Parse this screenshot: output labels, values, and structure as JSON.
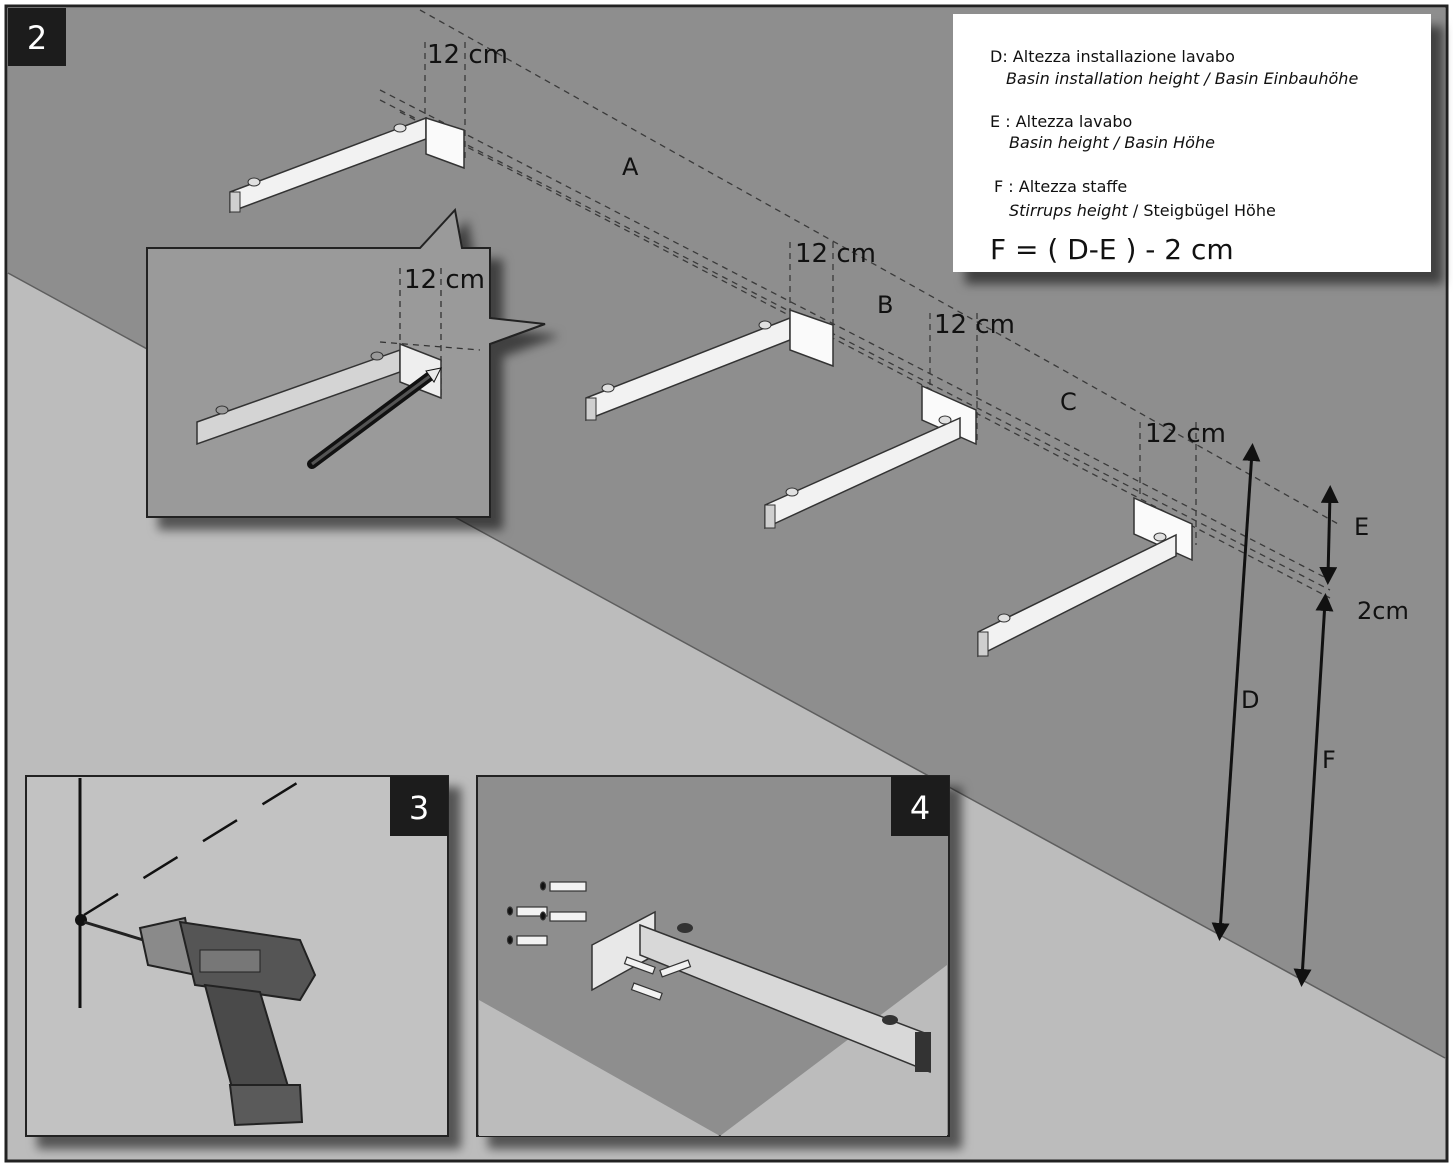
{
  "steps": {
    "main": "2",
    "drill": "3",
    "fix": "4"
  },
  "measure": {
    "offset": "12 cm",
    "gap": "2cm"
  },
  "labels": {
    "a": "A",
    "b": "B",
    "c": "C",
    "d": "D",
    "e": "E",
    "f": "F"
  },
  "legend": {
    "d_label": "D: Altezza installazione lavabo",
    "d_italic": "Basin installation height / Basin Einbauhöhe",
    "e_label": "E : Altezza lavabo",
    "e_italic": "Basin height / Basin Höhe",
    "f_label": "F : Altezza staffe",
    "f_italic": "Stirrups height",
    "f_normal": " / Steigbügel Höhe",
    "formula": "F = ( D-E ) - 2 cm"
  }
}
